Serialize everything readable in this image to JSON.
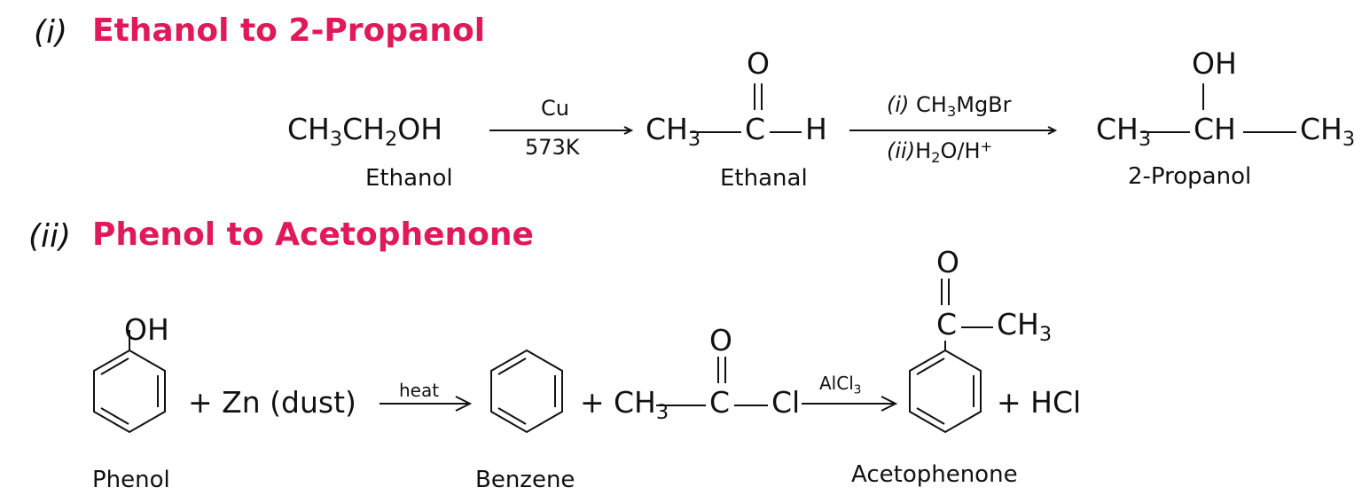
{
  "colors": {
    "accent": "#e0195a",
    "ink": "#111111"
  },
  "section1": {
    "roman": "(i)",
    "title": "Ethanol to 2-Propanol",
    "reactant": "CH3CH2OH",
    "reactant_name": "Ethanol",
    "step1_above": "Cu",
    "step1_below": "573K",
    "intermediate_name": "Ethanal",
    "step2_above": "(i) CH3MgBr",
    "step2_below": "(ii) H2O/H+",
    "product_name": "2-Propanol"
  },
  "section2": {
    "roman": "(ii)",
    "title": "Phenol to Acetophenone",
    "phenol_name": "Phenol",
    "zn_reagent": "+ Zn (dust)",
    "step1_above": "heat",
    "benzene_name": "Benzene",
    "plus_reagent": "+",
    "step2_above": "AlCl3",
    "byproduct": "+ HCl",
    "product_name": "Acetophenone"
  }
}
